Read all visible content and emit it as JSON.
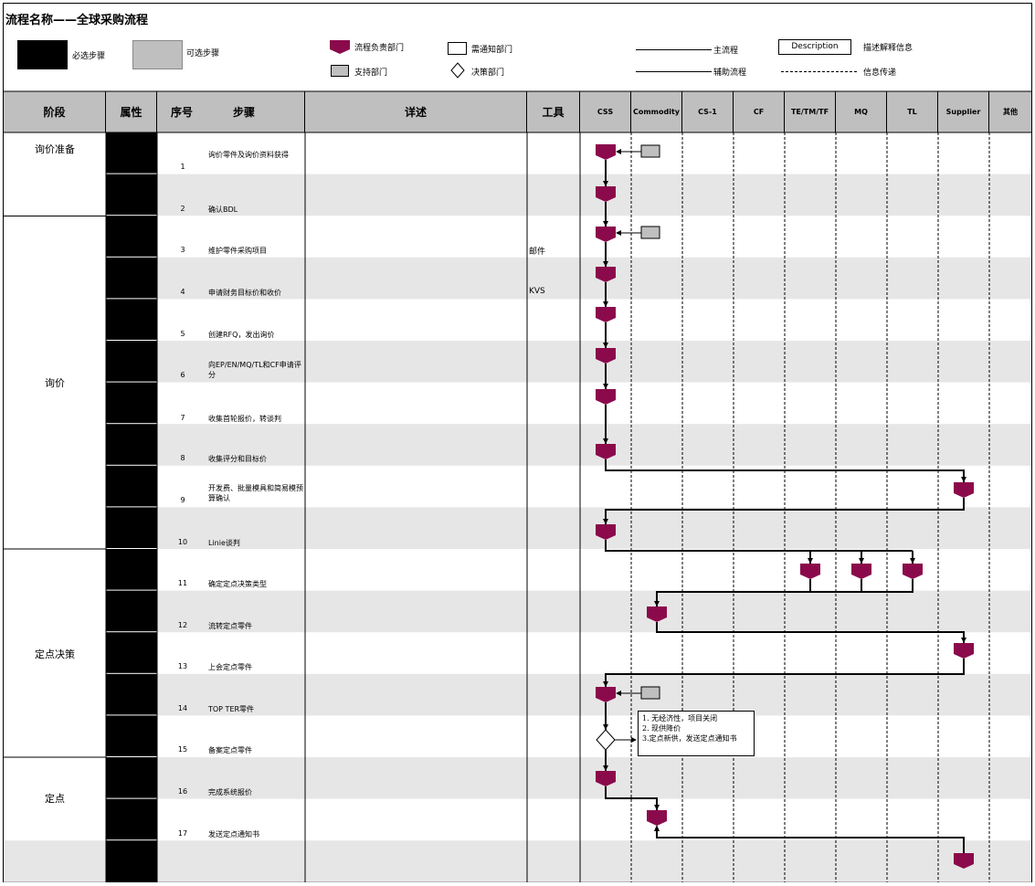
{
  "title": "流程名称——全球采购流程",
  "legend": {
    "required_step": "必选步骤",
    "optional_step": "可选步骤",
    "responsible_dept": "流程负责部门",
    "support_dept": "支持部门",
    "notify_dept": "需通知部门",
    "decision_dept": "决策部门",
    "main_flow": "主流程",
    "aux_flow": "辅助流程",
    "description_box": "Description",
    "description_note": "描述解释信息",
    "info_transfer": "信息传递"
  },
  "headers": {
    "stage": "阶段",
    "attribute": "属性",
    "seq": "序号",
    "step": "步骤",
    "detail": "详述",
    "tool": "工具",
    "lanes": [
      "CSS",
      "Commodity",
      "CS-1",
      "CF",
      "TE/TM/TF",
      "MQ",
      "TL",
      "Supplier",
      "其他"
    ]
  },
  "stages": [
    "询价准备",
    "询价",
    "定点决策",
    "定点"
  ],
  "steps": [
    {
      "num": "1",
      "text": "询价零件及询价资料获得",
      "tool": ""
    },
    {
      "num": "2",
      "text": "确认BDL",
      "tool": ""
    },
    {
      "num": "3",
      "text": "维护零件采购项目",
      "tool": "邮件"
    },
    {
      "num": "4",
      "text": "申请财务目标价和收价",
      "tool": "KVS"
    },
    {
      "num": "5",
      "text": "创建RFQ，发出询价",
      "tool": ""
    },
    {
      "num": "6",
      "text": "向EP/EN/MQ/TL和CF申请评分",
      "tool": ""
    },
    {
      "num": "7",
      "text": "收集首轮报价，转谈判",
      "tool": ""
    },
    {
      "num": "8",
      "text": "收集评分和目标价",
      "tool": ""
    },
    {
      "num": "9",
      "text": "开发费、批量模具和简易模预算确认",
      "tool": ""
    },
    {
      "num": "10",
      "text": "Linie谈判",
      "tool": ""
    },
    {
      "num": "11",
      "text": "确定定点决策类型",
      "tool": ""
    },
    {
      "num": "12",
      "text": "流转定点零件",
      "tool": ""
    },
    {
      "num": "13",
      "text": "上会定点零件",
      "tool": ""
    },
    {
      "num": "14",
      "text": "TOP TER零件",
      "tool": ""
    },
    {
      "num": "15",
      "text": "备案定点零件",
      "tool": ""
    },
    {
      "num": "16",
      "text": "完成系统报价",
      "tool": ""
    },
    {
      "num": "17",
      "text": "发送定点通知书",
      "tool": ""
    }
  ],
  "decision_note": [
    "1. 无经济性，项目关闭",
    "2. 现供降价",
    "3.定点新供，发送定点通知书"
  ],
  "colors": {
    "responsible": "#8b0a4b",
    "support": "#bfbfbf",
    "header_bg": "#bfbfbf",
    "band": "#e6e6e6",
    "attribute_fill": "#000000"
  }
}
